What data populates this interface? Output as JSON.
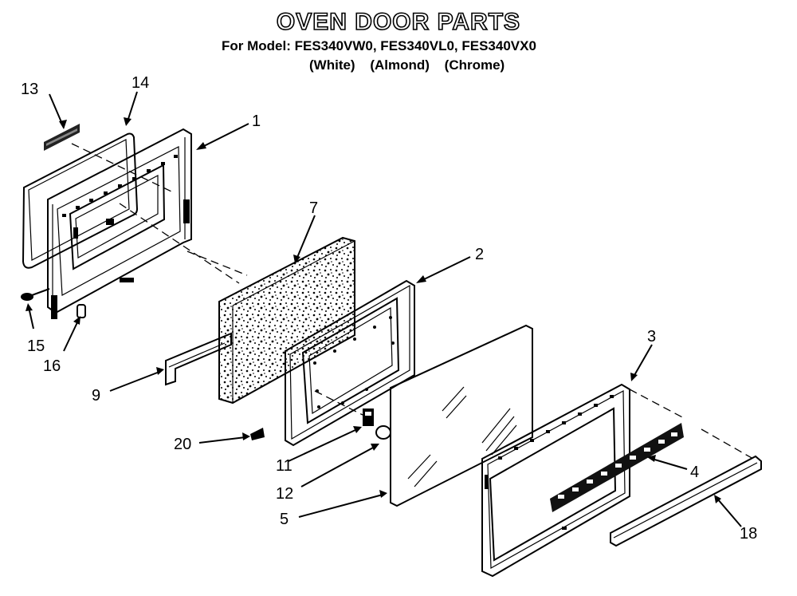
{
  "header": {
    "title": "OVEN DOOR PARTS",
    "model_line": "For Model: FES340VW0, FES340VL0, FES340VX0",
    "variants": [
      "(White)",
      "(Almond)",
      "(Chrome)"
    ]
  },
  "callouts": [
    "1",
    "2",
    "3",
    "4",
    "5",
    "7",
    "9",
    "11",
    "12",
    "13",
    "14",
    "15",
    "16",
    "18",
    "20"
  ]
}
